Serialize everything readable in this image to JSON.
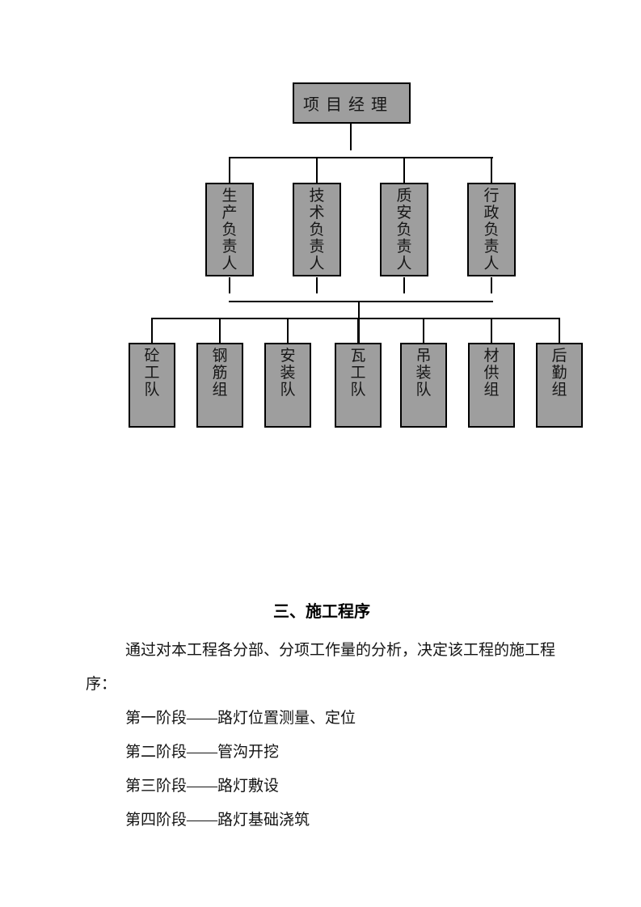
{
  "colors": {
    "page_bg": "#ffffff",
    "box_fill": "#9e9e9e",
    "box_border": "#000000",
    "connector": "#000000",
    "text": "#141414"
  },
  "org_chart": {
    "root": {
      "label": "项目经理"
    },
    "level2": [
      {
        "label": "生产负责人"
      },
      {
        "label": "技术负责人"
      },
      {
        "label": "质安负责人"
      },
      {
        "label": "行政负责人"
      }
    ],
    "level3": [
      {
        "label": "砼工队"
      },
      {
        "label": "钢筋组"
      },
      {
        "label": "安装队"
      },
      {
        "label": "瓦工队"
      },
      {
        "label": "吊装队"
      },
      {
        "label": "材供组"
      },
      {
        "label": "后勤组"
      }
    ]
  },
  "section": {
    "heading": "三、施工程序",
    "paragraph": "通过对本工程各分部、分项工作量的分析，决定该工程的施工程序：",
    "stages": [
      {
        "text": "第一阶段——路灯位置测量、定位"
      },
      {
        "text": "第二阶段——管沟开挖"
      },
      {
        "text": "第三阶段——路灯敷设"
      },
      {
        "text": "第四阶段——路灯基础浇筑"
      }
    ]
  }
}
